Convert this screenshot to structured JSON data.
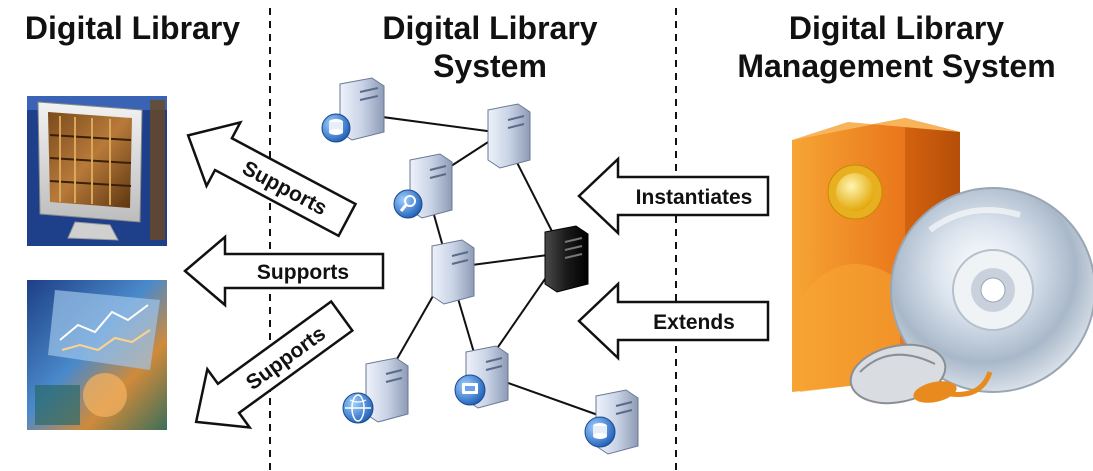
{
  "headings": {
    "digital_library": "Digital Library",
    "dl_system_line1": "Digital Library",
    "dl_system_line2": "System",
    "dlms_line1": "Digital Library",
    "dlms_line2": "Management System"
  },
  "arrows": {
    "supports_top": "Supports",
    "supports_middle": "Supports",
    "supports_bottom": "Supports",
    "instantiates": "Instantiates",
    "extends": "Extends"
  },
  "icons": {
    "server_badges": [
      "database",
      "search",
      "globe",
      "monitor",
      "database"
    ],
    "dark_server": "dark-server-icon"
  },
  "colors": {
    "text": "#111111",
    "arrow_fill": "#ffffff",
    "arrow_stroke": "#111111",
    "server_body": "#c9d3e6",
    "server_dark": "#1a1a1a",
    "badge_blue": "#2f6fc9",
    "box_orange": "#f08a1e",
    "cd_silver": "#c9d2dc"
  }
}
